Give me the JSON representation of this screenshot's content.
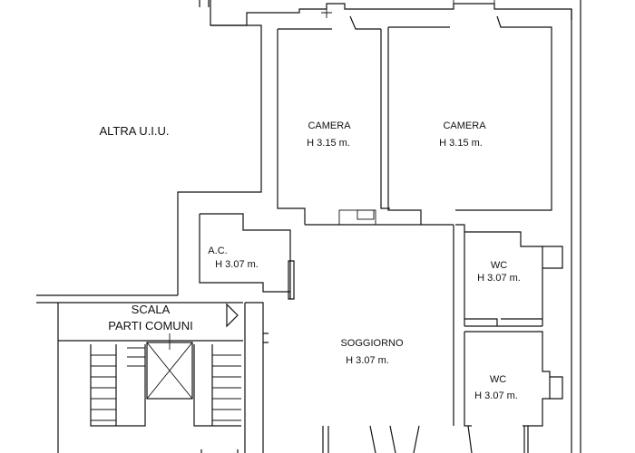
{
  "plan": {
    "neighbor_label": "ALTRA U.I.U.",
    "rooms": [
      {
        "id": "camera-1",
        "name": "CAMERA",
        "height": "H 3.15 m."
      },
      {
        "id": "camera-2",
        "name": "CAMERA",
        "height": "H 3.15 m."
      },
      {
        "id": "ac",
        "name": "A.C.",
        "height": "H 3.07 m."
      },
      {
        "id": "wc-1",
        "name": "WC",
        "height": "H 3.07 m."
      },
      {
        "id": "wc-2",
        "name": "WC",
        "height": "H 3.07 m."
      },
      {
        "id": "soggiorno",
        "name": "SOGGIORNO",
        "height": "H 3.07 m."
      }
    ],
    "stair": {
      "line1": "SCALA",
      "line2": "PARTI COMUNI"
    }
  }
}
